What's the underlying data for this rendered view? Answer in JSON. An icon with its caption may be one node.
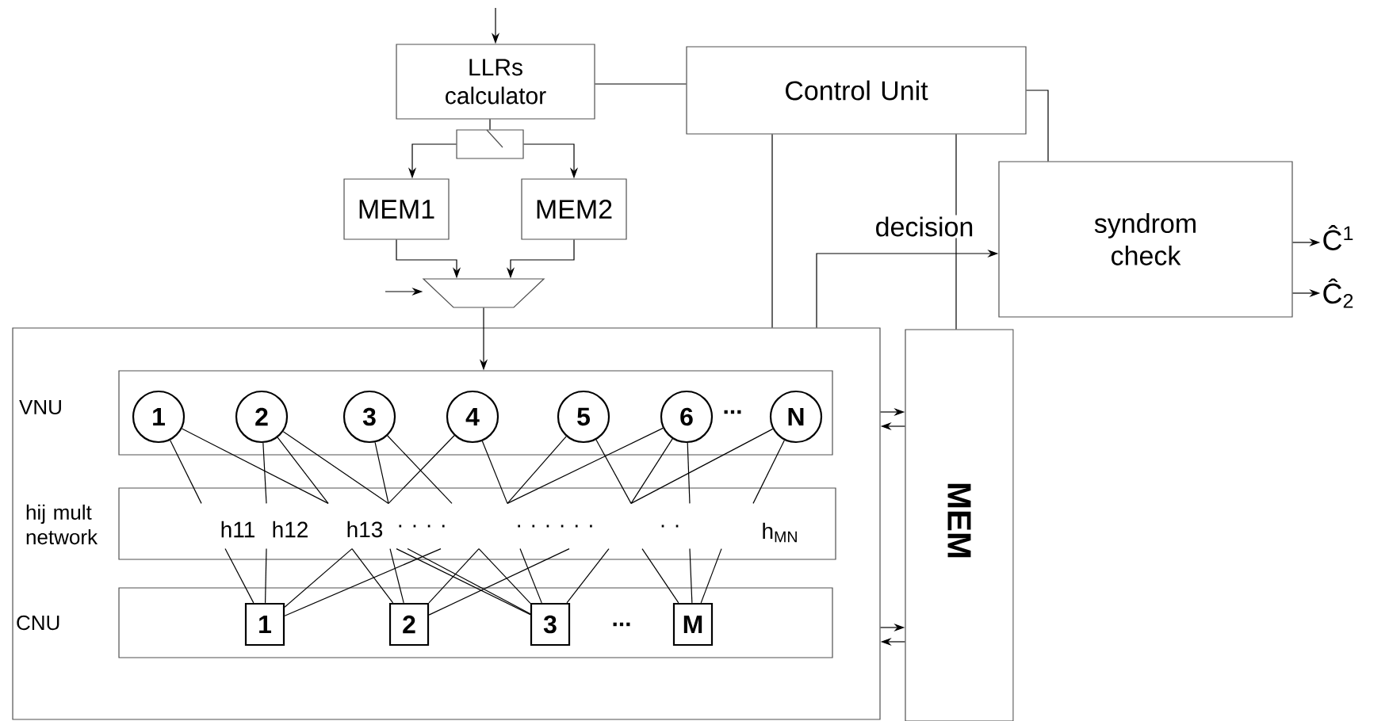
{
  "diagram": {
    "nodes": [
      {
        "text": [
          "LLRs calculator"
        ]
      },
      {
        "text": [
          "Control Unit"
        ]
      },
      {
        "text": [],
        "shape": "box"
      },
      {
        "text": [
          "MEM1"
        ]
      },
      {
        "text": [
          "MEM2"
        ]
      },
      {
        "text": [],
        "shape": "trapezoid"
      },
      {
        "text": [
          "syndrom check"
        ]
      },
      {
        "text": [],
        "shape": "box"
      },
      {
        "text": [
          "VNU"
        ],
        "in": 7
      },
      {
        "text": [
          "hij mult network"
        ],
        "in": 7
      },
      {
        "text": [
          "CNU"
        ],
        "in": 7
      },
      {
        "text": [
          "1"
        ],
        "in": 8
      },
      {
        "text": [
          "2"
        ],
        "in": 8
      },
      {
        "text": [
          "3"
        ],
        "in": 8
      },
      {
        "text": [
          "4"
        ],
        "in": 8
      },
      {
        "text": [
          "5"
        ],
        "in": 8
      },
      {
        "text": [
          "6"
        ],
        "in": 8
      },
      {
        "text": [
          "N"
        ],
        "in": 8
      },
      {
        "text": [
          "1"
        ],
        "in": 10
      },
      {
        "text": [
          "2"
        ],
        "in": 10
      },
      {
        "text": [
          "3"
        ],
        "in": 10
      },
      {
        "text": [
          "M"
        ],
        "in": 10
      },
      {
        "text": [
          "MEM"
        ]
      },
      {
        "text": [
          "Ĉ$^{1}$"
        ]
      },
      {
        "text": [
          "Ĉ$_{2}$"
        ]
      }
    ],
    "edges": [
      {
        "from": null,
        "to": 0,
        "arrow": "to"
      },
      {
        "from": 0,
        "to": 1,
        "arrow": "none"
      },
      {
        "from": 0,
        "to": 2,
        "arrow": "none"
      },
      {
        "from": 2,
        "to": 3,
        "arrow": "to"
      },
      {
        "from": 2,
        "to": 4,
        "arrow": "to"
      },
      {
        "from": 3,
        "to": 5,
        "arrow": "to"
      },
      {
        "from": 4,
        "to": 5,
        "arrow": "to"
      },
      {
        "from": null,
        "to": 5,
        "arrow": "to"
      },
      {
        "from": 5,
        "to": 8,
        "arrow": "to"
      },
      {
        "from": 1,
        "to": 7,
        "arrow": "none"
      },
      {
        "from": 1,
        "to": 22,
        "arrow": "none"
      },
      {
        "from": 1,
        "to": 6,
        "arrow": "none"
      },
      {
        "from": 7,
        "to": 6,
        "arrow": "to",
        "label": "decision"
      },
      {
        "from": 6,
        "to": 23,
        "arrow": "to"
      },
      {
        "from": 6,
        "to": 24,
        "arrow": "to"
      },
      {
        "from": 7,
        "to": 22,
        "arrow": "to"
      },
      {
        "from": 22,
        "to": 7,
        "arrow": "to"
      },
      {
        "from": 7,
        "to": 22,
        "arrow": "to"
      },
      {
        "from": 22,
        "to": 7,
        "arrow": "to"
      },
      {
        "from": 11,
        "to": 9,
        "arrow": "none"
      },
      {
        "from": 12,
        "to": 9,
        "arrow": "none"
      },
      {
        "from": 11,
        "to": 9,
        "arrow": "none"
      },
      {
        "from": 12,
        "to": 9,
        "arrow": "none"
      },
      {
        "from": 12,
        "to": 9,
        "arrow": "none"
      },
      {
        "from": 13,
        "to": 9,
        "arrow": "none"
      },
      {
        "from": 14,
        "to": 9,
        "arrow": "none"
      },
      {
        "from": 13,
        "to": 9,
        "arrow": "none"
      },
      {
        "from": 14,
        "to": 9,
        "arrow": "none"
      },
      {
        "from": 15,
        "to": 9,
        "arrow": "none"
      },
      {
        "from": 16,
        "to": 9,
        "arrow": "none"
      },
      {
        "from": 16,
        "to": 9,
        "arrow": "none"
      },
      {
        "from": 17,
        "to": 9,
        "arrow": "none"
      },
      {
        "from": 15,
        "to": 9,
        "arrow": "none"
      },
      {
        "from": 16,
        "to": 9,
        "arrow": "none"
      },
      {
        "from": 17,
        "to": 9,
        "arrow": "none"
      },
      {
        "from": 9,
        "to": 18,
        "arrow": "none"
      },
      {
        "from": 9,
        "to": 18,
        "arrow": "none"
      },
      {
        "from": 9,
        "to": 19,
        "arrow": "none"
      },
      {
        "from": 9,
        "to": 18,
        "arrow": "none"
      },
      {
        "from": 9,
        "to": 19,
        "arrow": "none"
      },
      {
        "from": 9,
        "to": 20,
        "arrow": "none"
      },
      {
        "from": 9,
        "to": 20,
        "arrow": "none"
      },
      {
        "from": 9,
        "to": 18,
        "arrow": "none"
      },
      {
        "from": 9,
        "to": 19,
        "arrow": "none"
      },
      {
        "from": 9,
        "to": 20,
        "arrow": "none"
      },
      {
        "from": 9,
        "to": 20,
        "arrow": "none"
      },
      {
        "from": 9,
        "to": 19,
        "arrow": "none"
      },
      {
        "from": 9,
        "to": 20,
        "arrow": "none"
      },
      {
        "from": 9,
        "to": 21,
        "arrow": "none"
      },
      {
        "from": 9,
        "to": 21,
        "arrow": "none"
      },
      {
        "from": 9,
        "to": 21,
        "arrow": "none"
      }
    ],
    "labels": [
      "...",
      "h11",
      "h12",
      "h13",
      ". . . .",
      ". . . . . .",
      ".",
      ".",
      "h$_{MN}$",
      "..."
    ]
  }
}
